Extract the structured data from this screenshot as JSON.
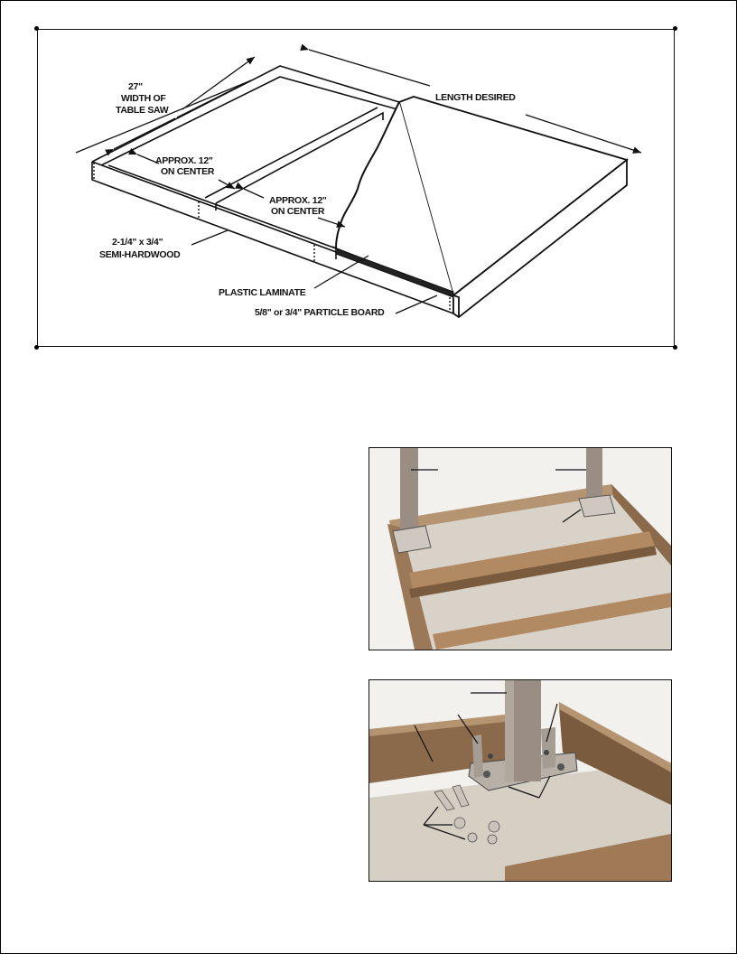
{
  "diagram": {
    "width_value": "27\"",
    "width_line1": "WIDTH OF",
    "width_line2": "TABLE SAW",
    "length_label": "LENGTH DESIRED",
    "approx1_line1": "APPROX. 12\"",
    "approx1_line2": "ON CENTER",
    "approx2_line1": "APPROX. 12\"",
    "approx2_line2": "ON CENTER",
    "lumber_line1": "2-1/4\" x 3/4\"",
    "lumber_line2": "SEMI-HARDWOOD",
    "laminate_label": "PLASTIC LAMINATE",
    "board_label": "5/8\" or 3/4\" PARTICLE BOARD"
  },
  "colors": {
    "wood": "#8a6a4a",
    "wood_light": "#b59472",
    "particle_board": "#d8d2c8",
    "metal": "#9a8e84",
    "background": "#f3f1ee"
  }
}
